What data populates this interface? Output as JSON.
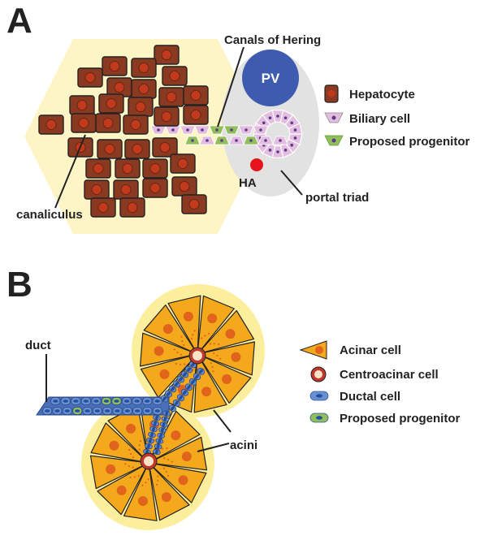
{
  "panel_a": {
    "letter": "A",
    "labels": {
      "canals_of_hering": "Canals of Hering",
      "pv": "PV",
      "ha": "HA",
      "portal_triad": "portal triad",
      "canaliculus": "canaliculus"
    },
    "legend": [
      {
        "label": "Hepatocyte",
        "icon": "hepatocyte-icon"
      },
      {
        "label": "Biliary cell",
        "icon": "biliary-cell-icon"
      },
      {
        "label": "Proposed progenitor",
        "icon": "progenitor-icon"
      }
    ]
  },
  "panel_b": {
    "letter": "B",
    "labels": {
      "duct": "duct",
      "acini": "acini"
    },
    "legend": [
      {
        "label": "Acinar cell",
        "icon": "acinar-cell-icon"
      },
      {
        "label": "Centroacinar cell",
        "icon": "centroacinar-cell-icon"
      },
      {
        "label": "Ductal cell",
        "icon": "ductal-cell-icon"
      },
      {
        "label": "Proposed progenitor",
        "icon": "progenitor-icon"
      }
    ]
  },
  "colors": {
    "lobule_bg": "#fdf5c6",
    "hepatocyte": "#8b3a22",
    "hepatocyte_nucleus": "#c23a1c",
    "portal_triad": "#e2e2e2",
    "portal_vein": "#3e5bb0",
    "hepatic_artery": "#e8141c",
    "biliary": "#e3bde0",
    "biliary_nucleus": "#5b3a8c",
    "progenitor": "#8fbe5a",
    "acinar": "#f4a81c",
    "acinar_nucleus": "#e0641c",
    "acinus_bg": "#fbef9e",
    "ductal": "#6a8fd0",
    "ductal_nucleus": "#1f4f9e",
    "centroacinar": "#c0392b"
  }
}
